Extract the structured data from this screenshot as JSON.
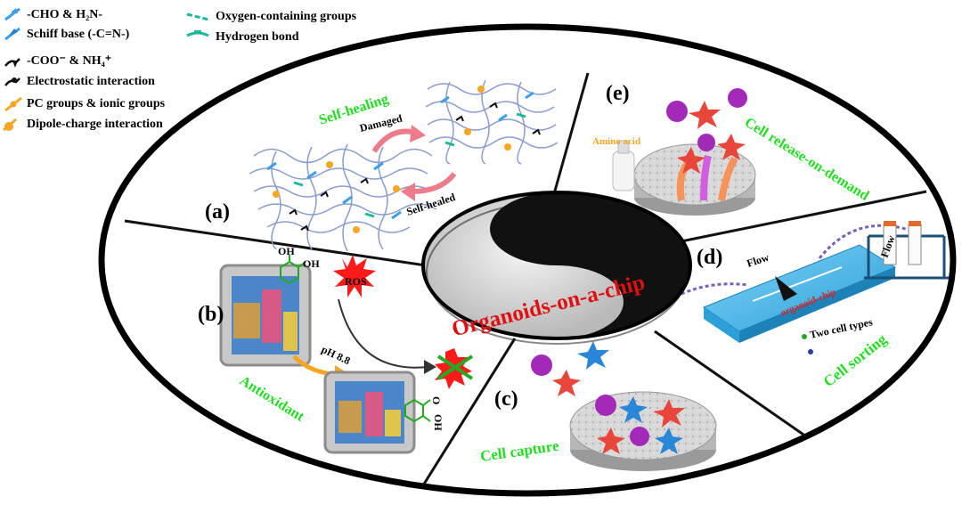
{
  "legend": {
    "item1": "-CHO & H₂N-",
    "item2": "Schiff base (-C=N-)",
    "item3": "-COO⁻ & NH₄⁺",
    "item4": "Electrostatic interaction",
    "item5": "PC groups & ionic groups",
    "item6": "Dipole-charge interaction",
    "item7": "Oxygen-containing groups",
    "item8": "Hydrogen bond"
  },
  "center": {
    "title": "Organoids-on-a-chip"
  },
  "panels": {
    "a": {
      "letter": "(a)",
      "title": "Self-healing",
      "damaged": "Damaged",
      "healed": "Self-healed"
    },
    "b": {
      "letter": "(b)",
      "title": "Antioxidant",
      "ph": "pH 8.8",
      "ros": "ROS",
      "oh1": "OH",
      "oh2": "OH",
      "oh3": "OH",
      "o1": "O"
    },
    "c": {
      "letter": "(c)",
      "title": "Cell capture"
    },
    "d": {
      "letter": "(d)",
      "title": "Cell sorting",
      "flow": "Flow",
      "chip": "organoid-chip",
      "cells": "Two cell types",
      "flow2": "Flow"
    },
    "e": {
      "letter": "(e)",
      "title": "Cell release-on-demand",
      "amino": "Amino acid"
    }
  },
  "colors": {
    "schiff": "#3aa0e8",
    "electrostatic": "#111111",
    "dipole": "#f5a623",
    "oxygen": "#1bb89a",
    "labels": "#22dd22",
    "title": "#e01010"
  }
}
